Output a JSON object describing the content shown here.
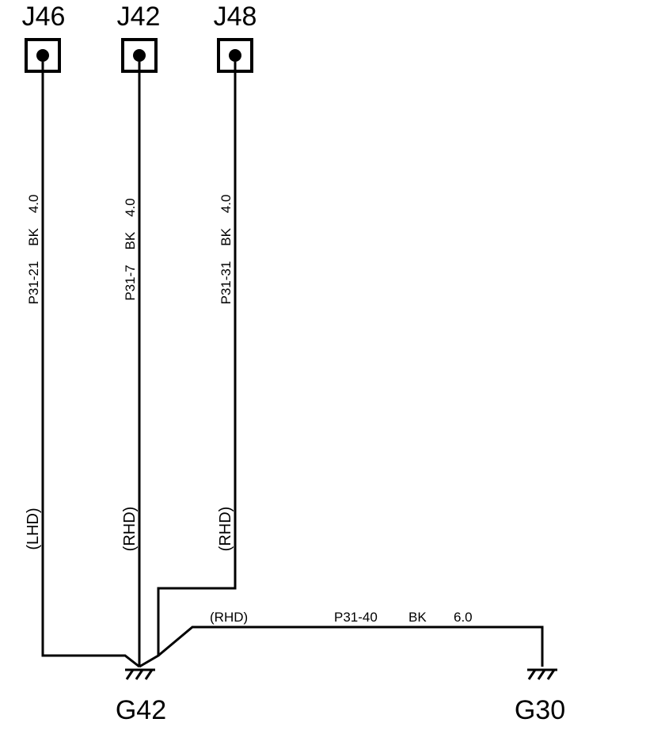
{
  "connectors": [
    {
      "id": "J46",
      "label": "J46"
    },
    {
      "id": "J42",
      "label": "J42"
    },
    {
      "id": "J48",
      "label": "J48"
    }
  ],
  "wires": [
    {
      "circuit": "P31-21",
      "color": "BK",
      "size": "4.0",
      "variant": "(LHD)"
    },
    {
      "circuit": "P31-7",
      "color": "BK",
      "size": "4.0",
      "variant": "(RHD)"
    },
    {
      "circuit": "P31-31",
      "color": "BK",
      "size": "4.0",
      "variant": "(RHD)"
    }
  ],
  "ground_wire": {
    "variant": "(RHD)",
    "circuit": "P31-40",
    "color": "BK",
    "size": "6.0"
  },
  "grounds": [
    {
      "id": "G42",
      "label": "G42"
    },
    {
      "id": "G30",
      "label": "G30"
    }
  ]
}
